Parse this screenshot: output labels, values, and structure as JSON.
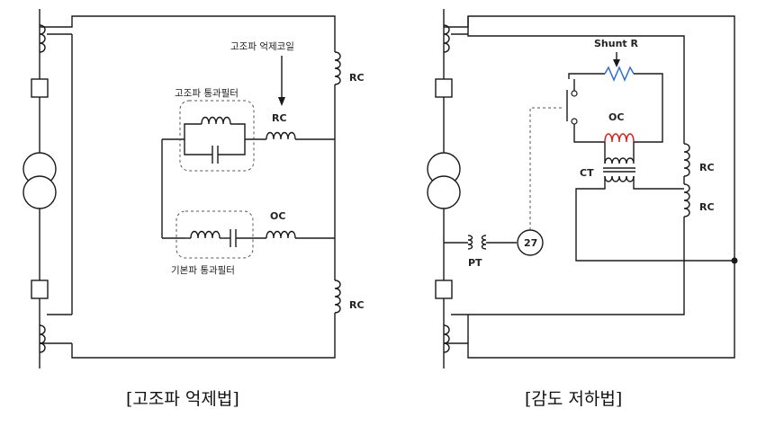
{
  "left_diagram": {
    "annot_coil": "고조파 억제코일",
    "hp_filter": "고조파 통과필터",
    "fund_filter": "기본파 통과필터",
    "rc_top": "RC",
    "rc_filter": "RC",
    "oc": "OC",
    "rc_bottom": "RC",
    "caption": "[고조파 억제법]"
  },
  "right_diagram": {
    "shunt_r": "Shunt R",
    "oc": "OC",
    "ct": "CT",
    "rc_upper": "RC",
    "rc_lower": "RC",
    "relay": "27",
    "pt": "PT",
    "caption": "[감도 저하법]"
  }
}
